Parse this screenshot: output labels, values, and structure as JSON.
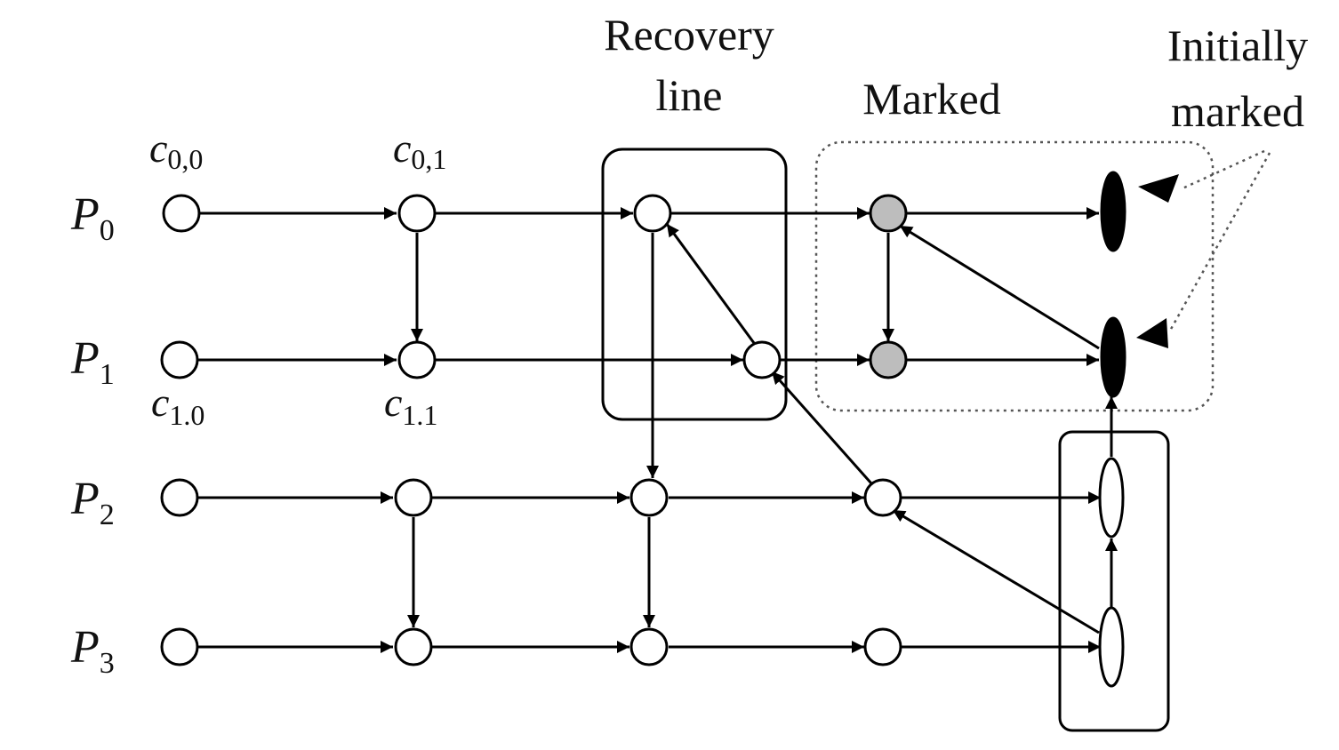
{
  "processes": [
    {
      "id": "P0",
      "letter": "P",
      "index": "0"
    },
    {
      "id": "P1",
      "letter": "P",
      "index": "1"
    },
    {
      "id": "P2",
      "letter": "P",
      "index": "2"
    },
    {
      "id": "P3",
      "letter": "P",
      "index": "3"
    }
  ],
  "checkpoint_labels": [
    {
      "letter": "c",
      "sub": "0,0"
    },
    {
      "letter": "c",
      "sub": "0,1"
    },
    {
      "letter": "c",
      "sub": "1.0"
    },
    {
      "letter": "c",
      "sub": "1.1"
    }
  ],
  "annotations": {
    "recovery_line_1": "Recovery",
    "recovery_line_2": "line",
    "marked": "Marked",
    "initially_marked_1": "Initially",
    "initially_marked_2": "marked"
  },
  "node_states": {
    "unmarked_fill": "#ffffff",
    "marked_fill": "#bdbdbd",
    "initially_marked_fill": "#000000"
  }
}
